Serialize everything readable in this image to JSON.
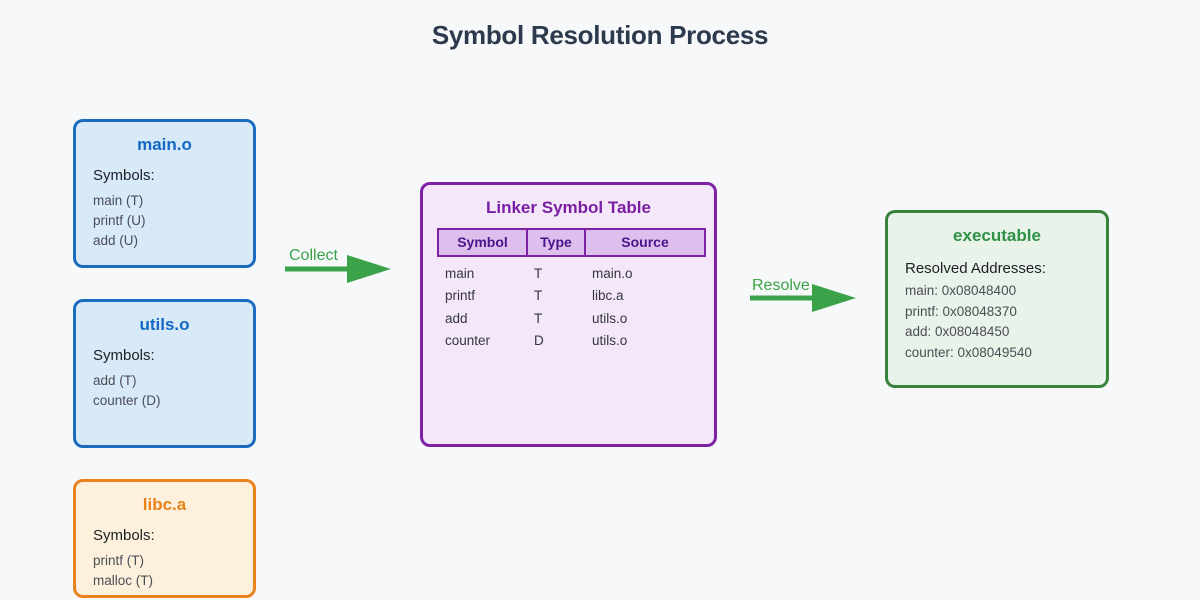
{
  "title": "Symbol Resolution Process",
  "modules": [
    {
      "name": "main.o",
      "section_label": "Symbols:",
      "symbols": [
        "main (T)",
        "printf (U)",
        "add (U)"
      ]
    },
    {
      "name": "utils.o",
      "section_label": "Symbols:",
      "symbols": [
        "add (T)",
        "counter (D)"
      ]
    },
    {
      "name": "libc.a",
      "section_label": "Symbols:",
      "symbols": [
        "printf (T)",
        "malloc (T)"
      ]
    }
  ],
  "arrows": {
    "collect": "Collect",
    "resolve": "Resolve"
  },
  "linker_table": {
    "title": "Linker Symbol Table",
    "headers": [
      "Symbol",
      "Type",
      "Source"
    ],
    "rows": [
      [
        "main",
        "T",
        "main.o"
      ],
      [
        "printf",
        "T",
        "libc.a"
      ],
      [
        "add",
        "T",
        "utils.o"
      ],
      [
        "counter",
        "D",
        "utils.o"
      ]
    ]
  },
  "executable": {
    "title": "executable",
    "section_label": "Resolved Addresses:",
    "addresses": [
      "main: 0x08048400",
      "printf: 0x08048370",
      "add: 0x08048450",
      "counter: 0x08049540"
    ]
  },
  "colors": {
    "object_file_accent": "#1268c3",
    "library_accent": "#e8821a",
    "linker_accent": "#7e22a5",
    "executable_accent": "#2e9147",
    "arrow_green": "#3ba24a",
    "title_text": "#2d3a4d",
    "background": "#f7f8fa"
  }
}
